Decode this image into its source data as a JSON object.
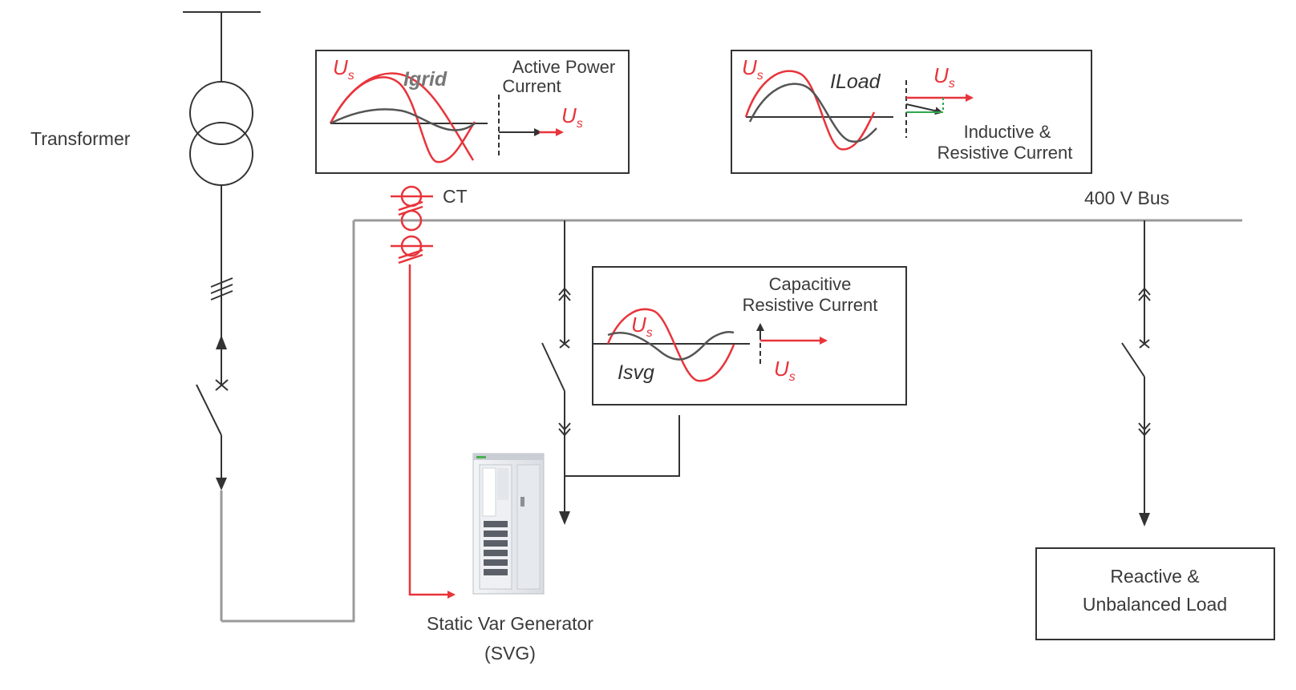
{
  "colors": {
    "line": "#333333",
    "bus": "#9a9a9a",
    "accent": "#e8343b",
    "text": "#3a3a3a",
    "vector_green": "#2fa84f"
  },
  "labels": {
    "transformer": "Transformer",
    "ct": "CT",
    "bus": "400 V Bus",
    "svg_line1": "Static Var Generator",
    "svg_line2": "(SVG)",
    "load_line1": "Reactive &",
    "load_line2": "Unbalanced Load"
  },
  "voltage": {
    "symbol": "U",
    "subscript": "s"
  },
  "grid_box": {
    "current": "Igrid",
    "caption_line1": "Active Power",
    "caption_line2": "Current"
  },
  "load_box": {
    "current": "ILoad",
    "caption_line1": "Inductive &",
    "caption_line2": "Resistive Current"
  },
  "svg_box": {
    "current": "Isvg",
    "caption_line1": "Capacitive",
    "caption_line2": "Resistive Current"
  },
  "icons": {
    "svg_cabinet": "svg-cabinet-icon",
    "transformer": "transformer-icon",
    "breaker": "switch-icon",
    "ct": "ct-icon"
  }
}
